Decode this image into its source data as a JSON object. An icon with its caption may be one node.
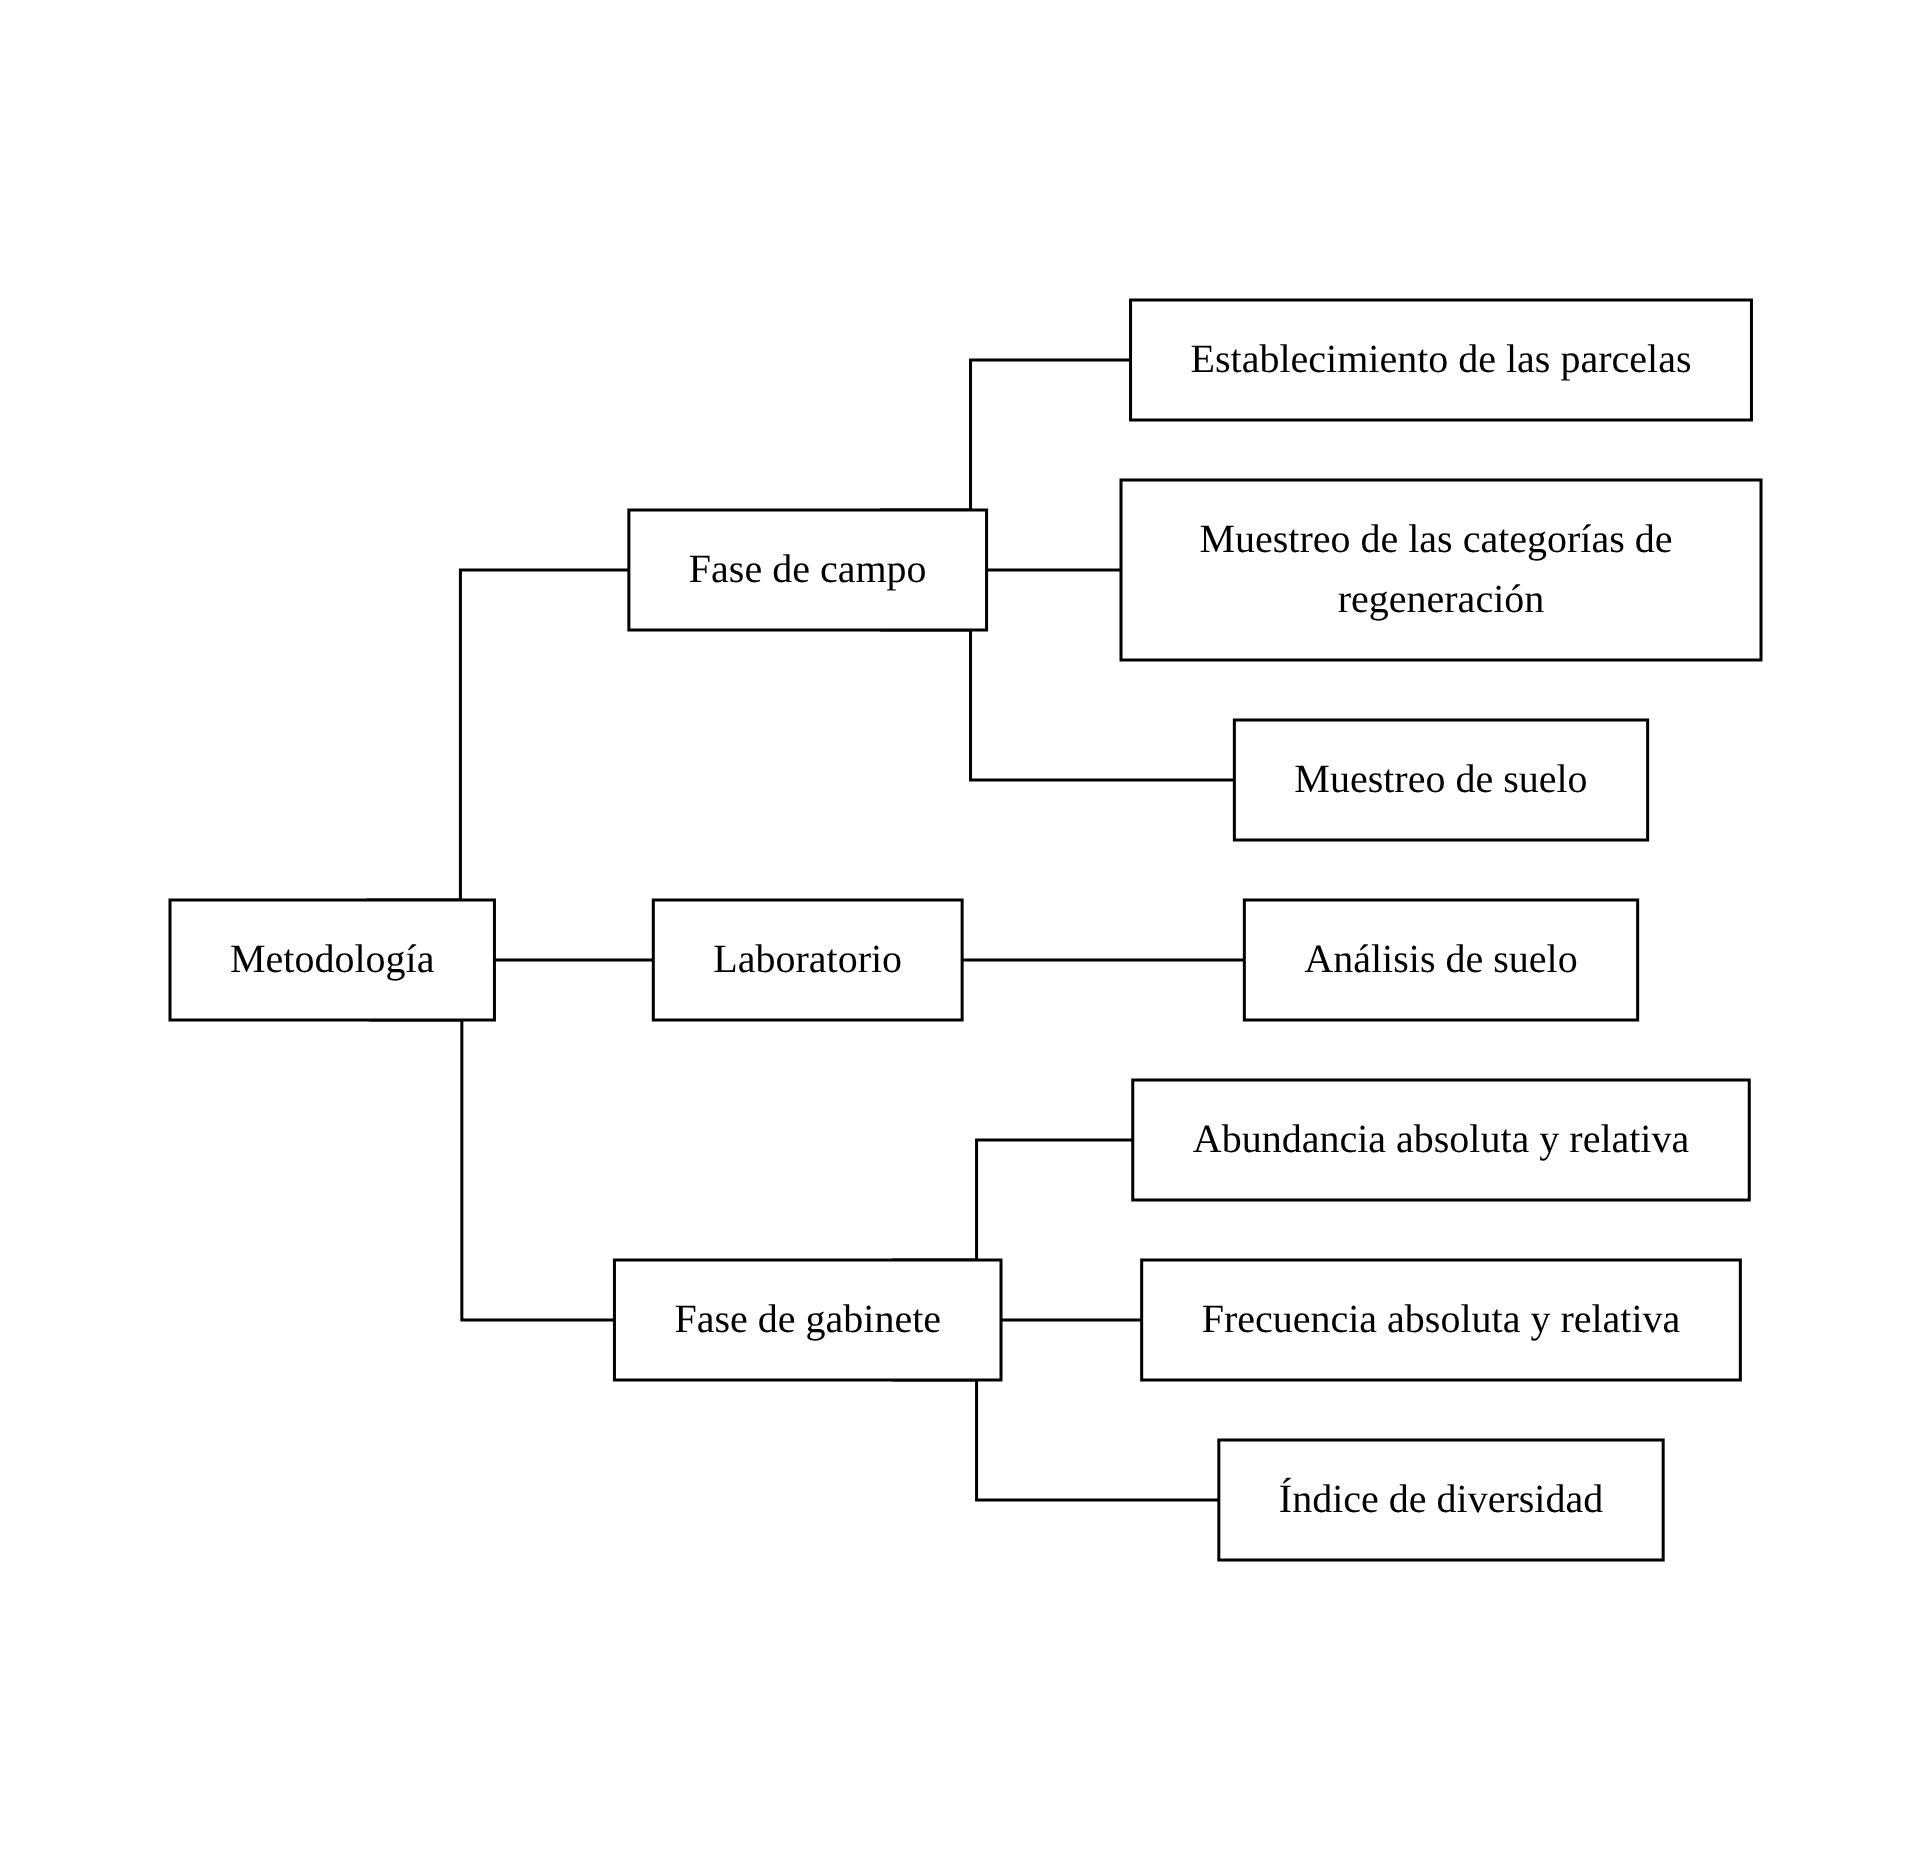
{
  "diagram": {
    "nodes": [
      {
        "text": [
          "Metodología"
        ]
      },
      {
        "text": [
          "Fase de campo"
        ]
      },
      {
        "text": [
          "Laboratorio"
        ]
      },
      {
        "text": [
          "Fase de gabinete"
        ]
      },
      {
        "text": [
          "Establecimiento de las parcelas"
        ]
      },
      {
        "text": [
          "Muestreo de las categorías de regeneración"
        ]
      },
      {
        "text": [
          "Muestreo de suelo"
        ]
      },
      {
        "text": [
          "Análisis de suelo"
        ]
      },
      {
        "text": [
          "Abundancia absoluta y relativa"
        ]
      },
      {
        "text": [
          "Frecuencia absoluta y relativa"
        ]
      },
      {
        "text": [
          "Índice de diversidad"
        ]
      }
    ],
    "edges": [
      {
        "from": 0,
        "to": 1,
        "arrow": "none"
      },
      {
        "from": 0,
        "to": 2,
        "arrow": "none"
      },
      {
        "from": 0,
        "to": 3,
        "arrow": "none"
      },
      {
        "from": 1,
        "to": 4,
        "arrow": "none"
      },
      {
        "from": 1,
        "to": 5,
        "arrow": "none"
      },
      {
        "from": 1,
        "to": 6,
        "arrow": "none"
      },
      {
        "from": 2,
        "to": 7,
        "arrow": "none"
      },
      {
        "from": 3,
        "to": 8,
        "arrow": "none"
      },
      {
        "from": 3,
        "to": 9,
        "arrow": "none"
      },
      {
        "from": 3,
        "to": 10,
        "arrow": "none"
      }
    ]
  }
}
